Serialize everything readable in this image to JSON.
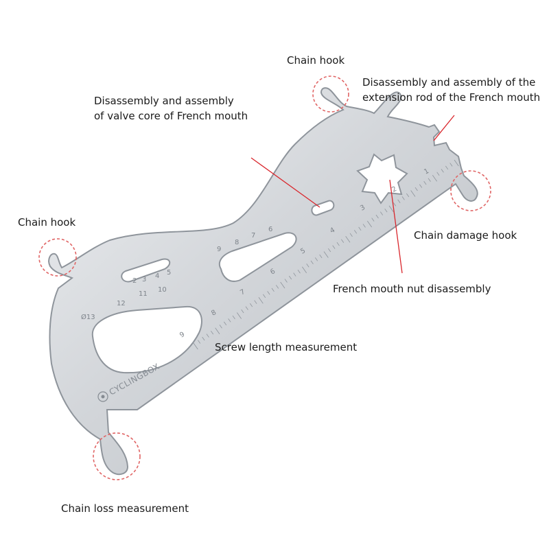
{
  "callouts": {
    "chain_hook_top": "Chain hook",
    "extension_rod_line1": "Disassembly and assembly of the",
    "extension_rod_line2": "extension rod of the French mouth",
    "valve_core_line1": "Disassembly and assembly",
    "valve_core_line2": "of valve core of French mouth",
    "chain_hook_left": "Chain hook",
    "chain_damage_hook": "Chain damage hook",
    "french_nut": "French mouth nut disassembly",
    "screw_length": "Screw length measurement",
    "chain_loss": "Chain loss measurement"
  },
  "tool": {
    "brand": "CYCLINGBOX",
    "slot_small_numbers_top": [
      "2",
      "3",
      "4",
      "5"
    ],
    "slot_small_numbers_bottom": [
      "11",
      "10"
    ],
    "left_numbers": [
      "Ø13",
      "12"
    ],
    "slot_mid_numbers": [
      "9",
      "8",
      "7",
      "6"
    ],
    "ruler_numbers": [
      "1",
      "2",
      "3",
      "4",
      "5",
      "6",
      "7",
      "8",
      "9"
    ]
  },
  "colors": {
    "steel": "#d4d7db",
    "steel_edge": "#8e949b",
    "leader_line": "#d9262c",
    "callout_circle": "#e06464"
  }
}
